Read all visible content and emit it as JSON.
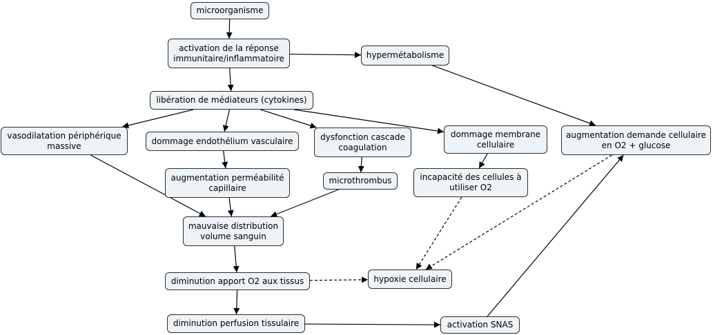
{
  "colors": {
    "node_fill": "#eef3f7",
    "node_border": "#2b2b2b",
    "edge": "#000000"
  },
  "nodes": {
    "microorganisme": "microorganisme",
    "activation_reponse": "activation de la réponse\nimmunitaire/inflammatoire",
    "hypermetabolisme": "hypermétabolisme",
    "liberation_mediateurs": "libération de médiateurs (cytokines)",
    "vasodilatation": "vasodilatation périphérique\nmassive",
    "dommage_endothelium": "dommage endothélium vasculaire",
    "dysfonction_coagulation": "dysfonction cascade\ncoagulation",
    "dommage_membrane": "dommage membrane\ncellulaire",
    "augmentation_demande": "augmentation demande cellulaire\nen O2 + glucose",
    "augmentation_permeabilite": "augmentation perméabilité\ncapillaire",
    "microthrombus": "microthrombus",
    "incapacite_cellules": "incapacité des cellules à\nutiliser O2",
    "mauvaise_distribution": "mauvaise distribution\nvolume sanguin",
    "diminution_apport": "diminution apport O2 aux tissus",
    "hypoxie_cellulaire": "hypoxie cellulaire",
    "diminution_perfusion": "diminution perfusion tissulaire",
    "activation_snas": "activation SNAS"
  },
  "edges": [
    {
      "from": "microorganisme",
      "to": "activation_reponse",
      "style": "solid"
    },
    {
      "from": "activation_reponse",
      "to": "hypermetabolisme",
      "style": "solid"
    },
    {
      "from": "activation_reponse",
      "to": "liberation_mediateurs",
      "style": "solid"
    },
    {
      "from": "hypermetabolisme",
      "to": "augmentation_demande",
      "style": "solid"
    },
    {
      "from": "liberation_mediateurs",
      "to": "vasodilatation",
      "style": "solid"
    },
    {
      "from": "liberation_mediateurs",
      "to": "dommage_endothelium",
      "style": "solid"
    },
    {
      "from": "liberation_mediateurs",
      "to": "dysfonction_coagulation",
      "style": "solid"
    },
    {
      "from": "liberation_mediateurs",
      "to": "dommage_membrane",
      "style": "solid"
    },
    {
      "from": "dommage_endothelium",
      "to": "augmentation_permeabilite",
      "style": "solid"
    },
    {
      "from": "dysfonction_coagulation",
      "to": "microthrombus",
      "style": "solid"
    },
    {
      "from": "dommage_membrane",
      "to": "incapacite_cellules",
      "style": "solid"
    },
    {
      "from": "vasodilatation",
      "to": "mauvaise_distribution",
      "style": "solid"
    },
    {
      "from": "augmentation_permeabilite",
      "to": "mauvaise_distribution",
      "style": "solid"
    },
    {
      "from": "microthrombus",
      "to": "mauvaise_distribution",
      "style": "solid"
    },
    {
      "from": "mauvaise_distribution",
      "to": "diminution_apport",
      "style": "solid"
    },
    {
      "from": "diminution_apport",
      "to": "hypoxie_cellulaire",
      "style": "dashed"
    },
    {
      "from": "incapacite_cellules",
      "to": "hypoxie_cellulaire",
      "style": "dashed"
    },
    {
      "from": "augmentation_demande",
      "to": "hypoxie_cellulaire",
      "style": "dashed"
    },
    {
      "from": "diminution_apport",
      "to": "diminution_perfusion",
      "style": "solid"
    },
    {
      "from": "diminution_perfusion",
      "to": "activation_snas",
      "style": "solid"
    },
    {
      "from": "activation_snas",
      "to": "augmentation_demande",
      "style": "solid"
    }
  ]
}
